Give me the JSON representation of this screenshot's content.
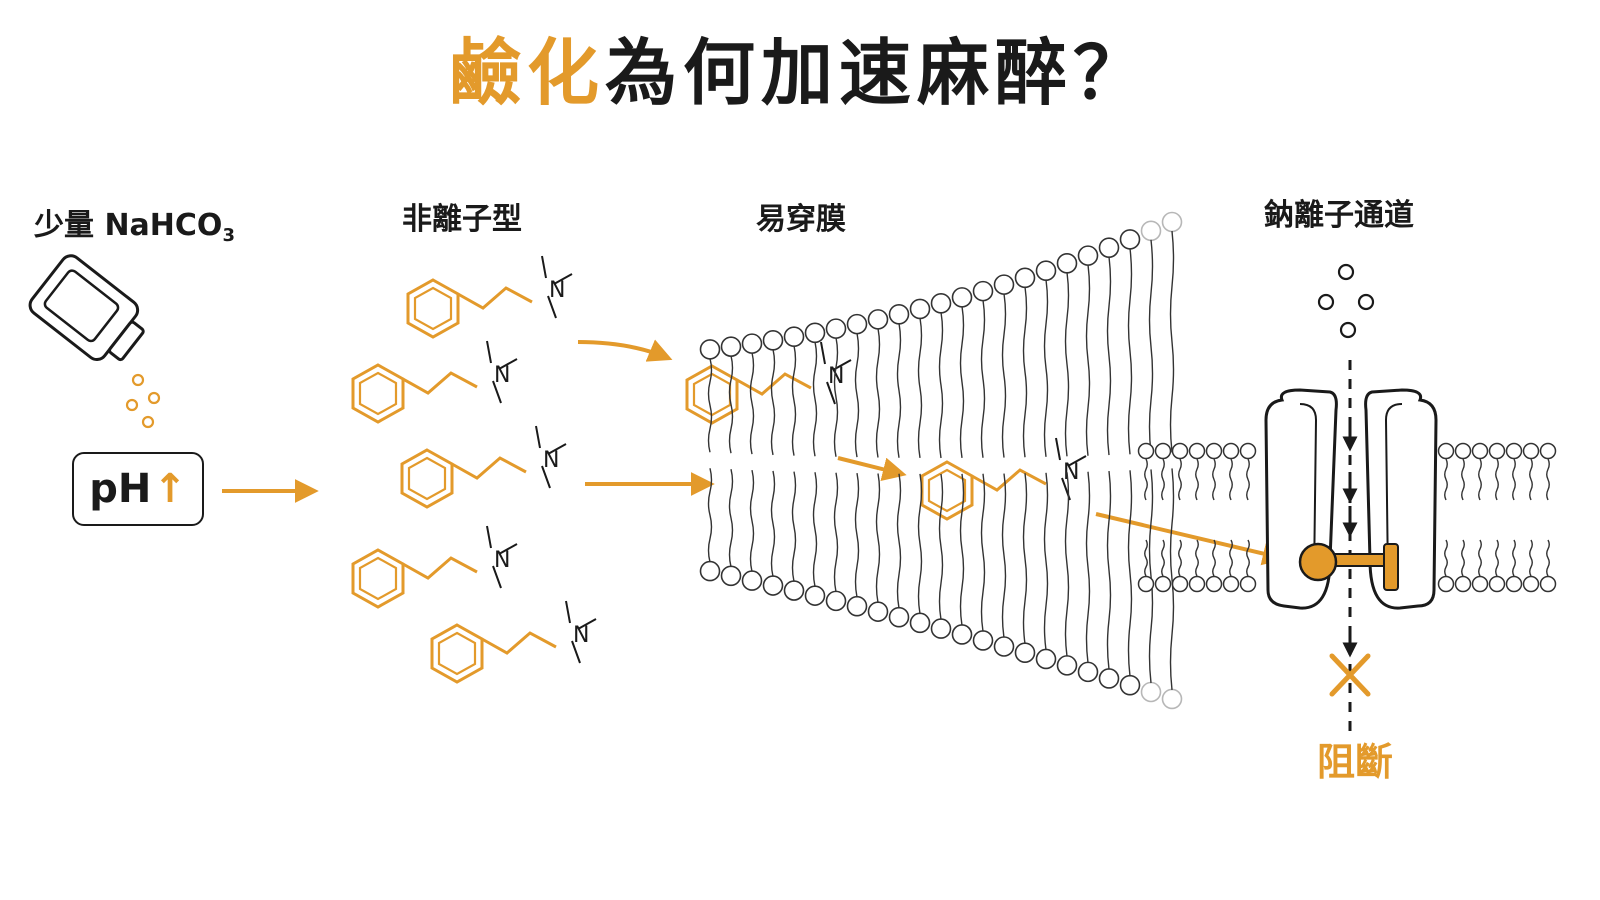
{
  "title": {
    "accent": "鹼化",
    "rest": "為何加速麻醉？"
  },
  "labels": {
    "nahco3_prefix": "少量 NaHCO",
    "nahco3_sub": "3",
    "nonionic": "非離子型",
    "crosses": "易穿膜",
    "channel": "鈉離子通道",
    "blocked": "阻斷"
  },
  "ph": {
    "text": "pH",
    "arrow": "↑"
  },
  "molecule": {
    "atom": "N"
  },
  "colors": {
    "accent": "#E39A2B",
    "ink": "#1a1a1a",
    "membrane": "#333333"
  },
  "icons": [
    "bicarbonate-bottle-icon",
    "arrow-icon",
    "sodium-channel-icon",
    "block-x-icon"
  ]
}
